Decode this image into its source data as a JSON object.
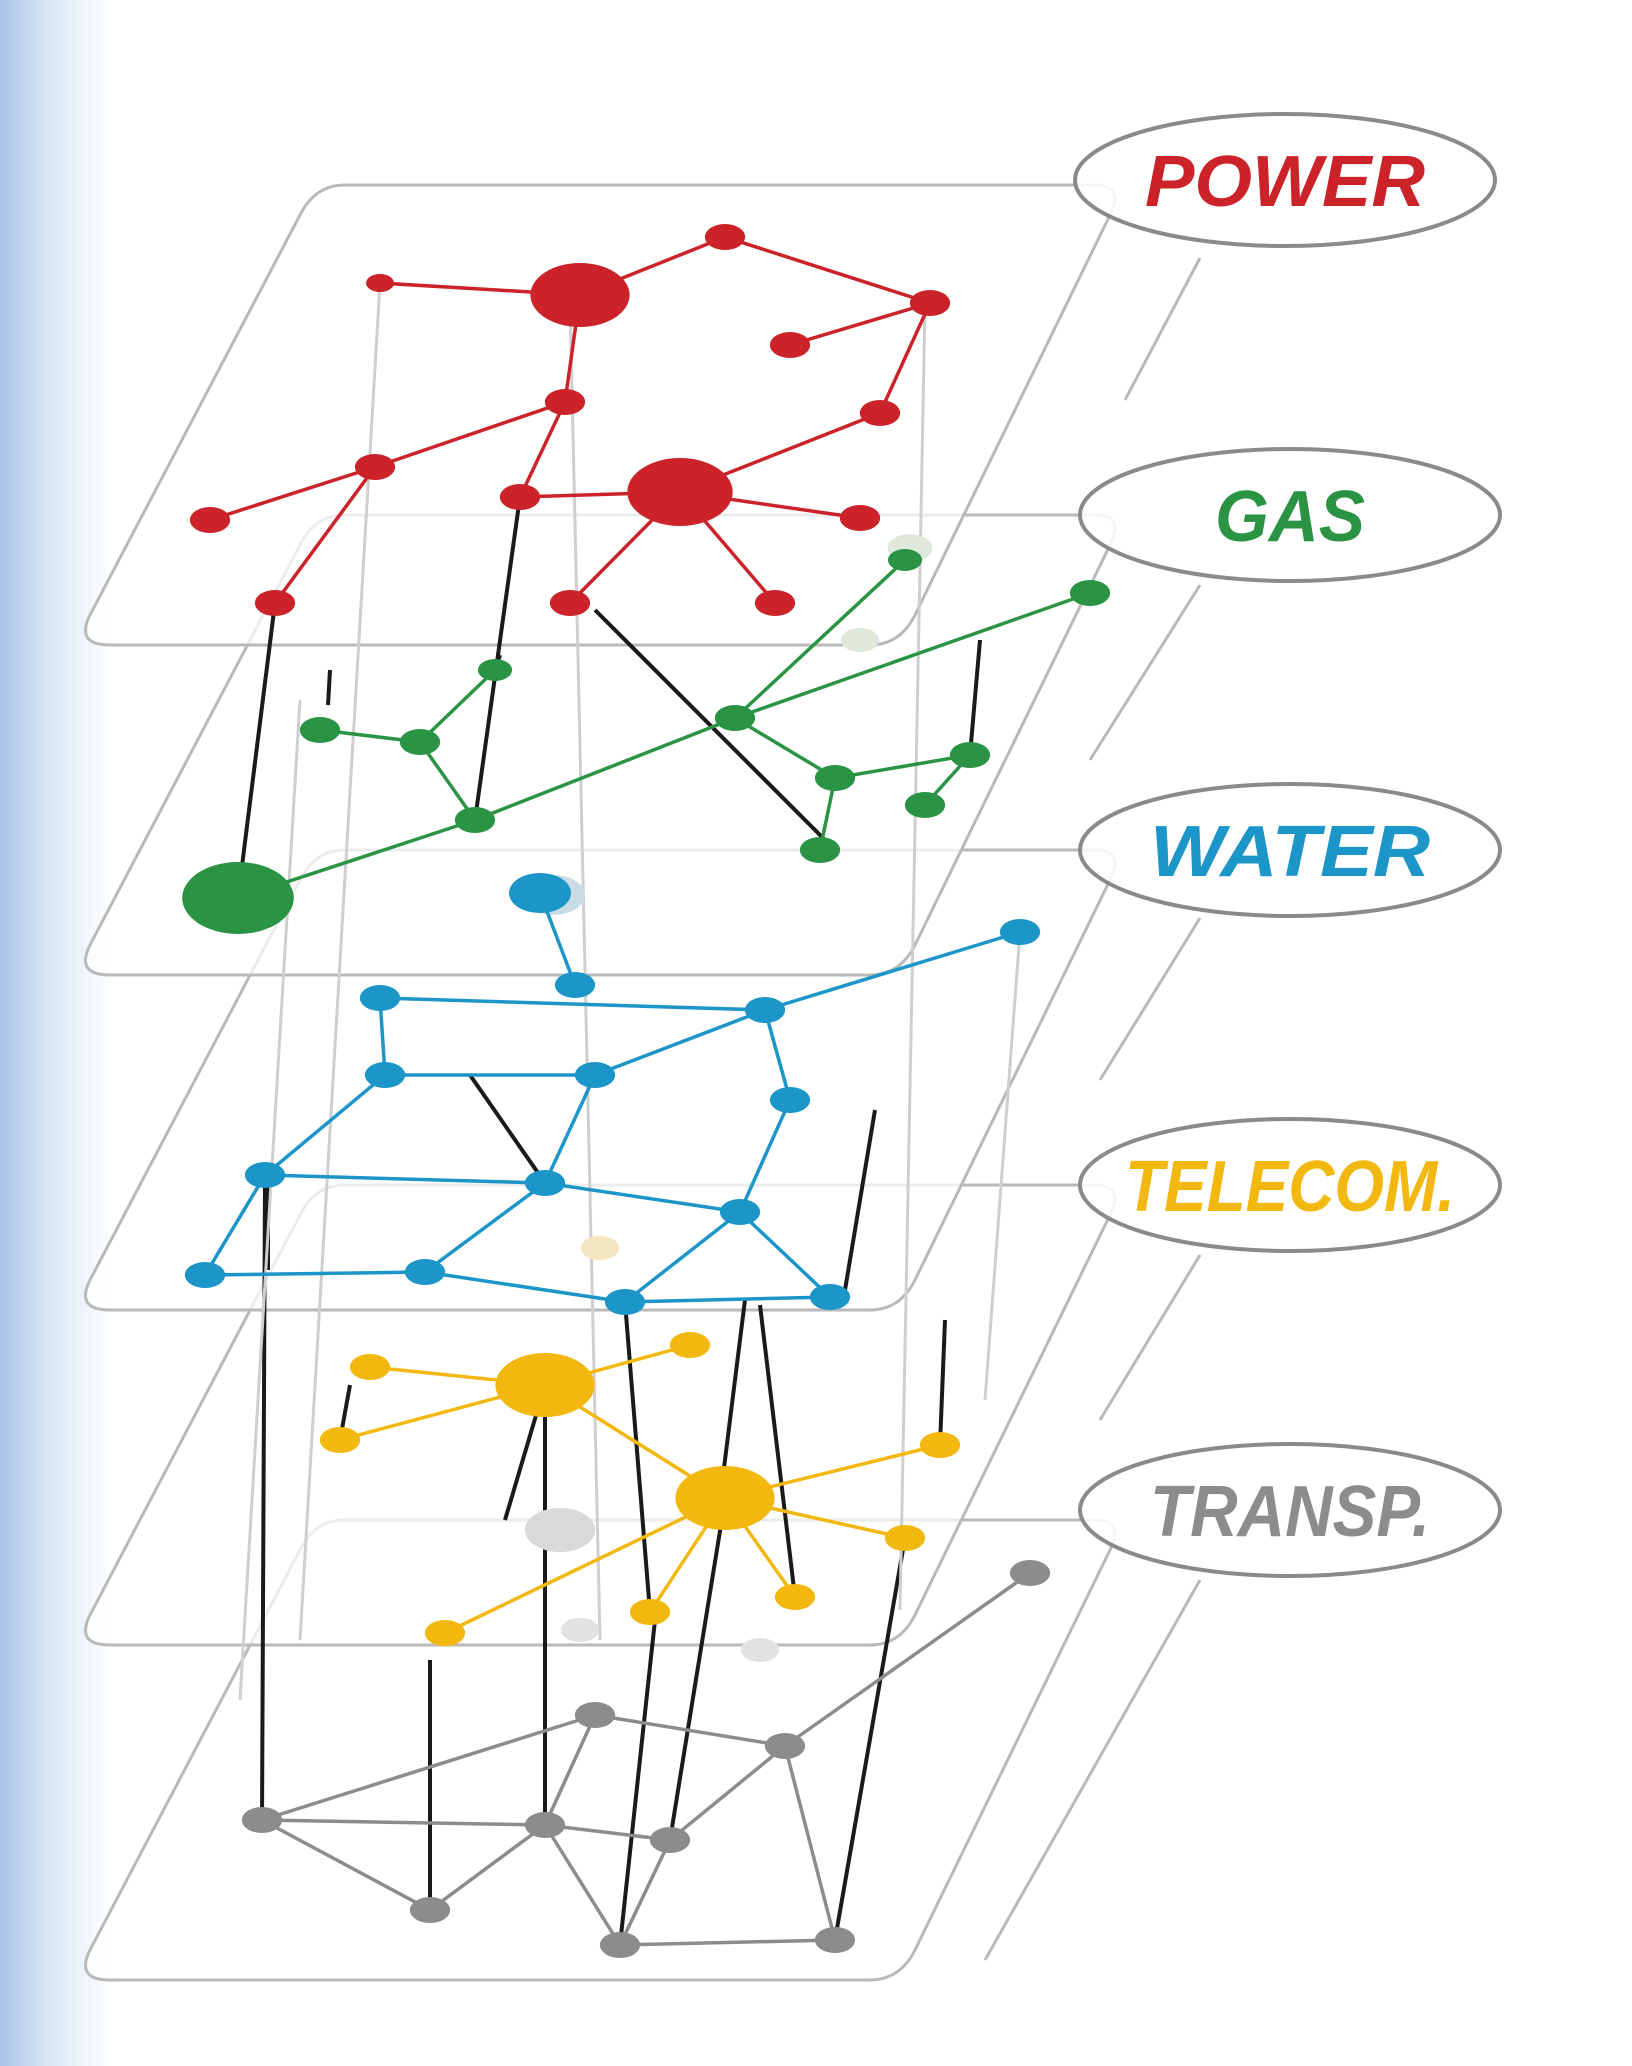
{
  "layers": [
    {
      "id": "power",
      "label": "POWER",
      "color": "#cc2229"
    },
    {
      "id": "gas",
      "label": "GAS",
      "color": "#2a9444"
    },
    {
      "id": "water",
      "label": "WATER",
      "color": "#1c95c8"
    },
    {
      "id": "telecom",
      "label": "TELECOM.",
      "color": "#f2b80f"
    },
    {
      "id": "transp",
      "label": "TRANSP.",
      "color": "#8c8c8c"
    }
  ],
  "colors": {
    "plane_stroke": "#b9b9b9",
    "ellipse_stroke": "#8a8a8a",
    "interlink": "#1a1a1a",
    "frame_left": "#a9c4e8"
  }
}
